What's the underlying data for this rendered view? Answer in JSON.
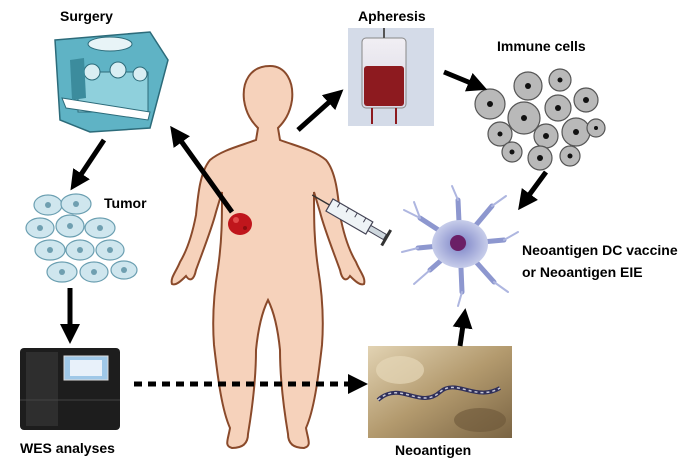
{
  "labels": {
    "surgery": "Surgery",
    "apheresis": "Apheresis",
    "immune_cells": "Immune cells",
    "tumor": "Tumor",
    "dc_vaccine_line1": "Neoantigen DC vaccine",
    "dc_vaccine_line2": "or Neoantigen EIE",
    "wes": "WES analyses",
    "neoantigen": "Neoantigen"
  },
  "colors": {
    "skin": "#f6d2bb",
    "skin_outline": "#8a4a2b",
    "tumor_red": "#c0161c",
    "arrow": "#000000",
    "surgery_bg": "#5fb3c5",
    "cell_fill": "#cfe6ee",
    "immune_cell": "#b9b9b9",
    "dc_cell": "#a9b4de",
    "sequencer_body": "#1d1d1d",
    "protein_surface": "#c9b28c"
  },
  "icons": [
    "surgery-illustration",
    "blood-bag-icon",
    "immune-cell-cluster",
    "tumor-cell-cluster",
    "syringe-icon",
    "dendritic-cell-icon",
    "sequencer-icon",
    "neoantigen-structure",
    "human-body"
  ]
}
